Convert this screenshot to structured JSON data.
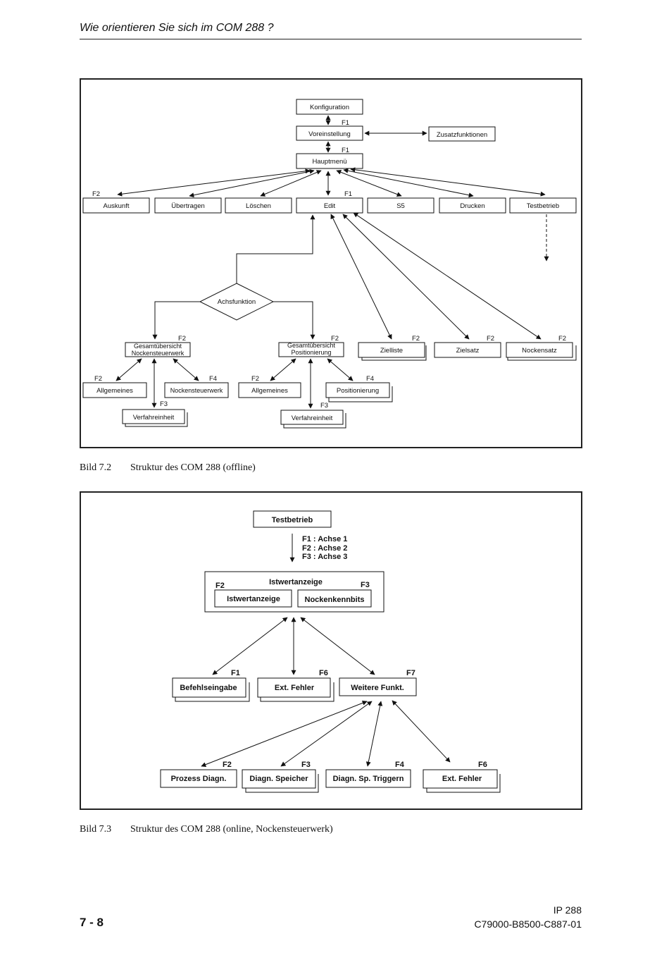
{
  "header": {
    "title": "Wie orientieren Sie sich im COM 288 ?"
  },
  "fig1": {
    "caption_num": "Bild 7.2",
    "caption_text": "Struktur des COM 288 (offline)",
    "nodes": {
      "konfiguration": "Konfiguration",
      "voreinstellung": "Voreinstellung",
      "zusatz": "Zusatzfunktionen",
      "hauptmenu": "Hauptmenü",
      "auskunft": "Auskunft",
      "uebertragen": "Übertragen",
      "loeschen": "Löschen",
      "edit": "Edit",
      "s5": "S5",
      "drucken": "Drucken",
      "testbetrieb": "Testbetrieb",
      "achsfunktion": "Achsfunktion",
      "ges_nock_1": "Gesamtübersicht",
      "ges_nock_2": "Nockensteuerwerk",
      "ges_pos_1": "Gesamtübersicht",
      "ges_pos_2": "Positionierung",
      "zielliste": "Zielliste",
      "zielsatz": "Zielsatz",
      "nockensatz": "Nockensatz",
      "allg1": "Allgemeines",
      "nockensteuerwerk": "Nockensteuerwerk",
      "allg2": "Allgemeines",
      "positionierung": "Positionierung",
      "verf1": "Verfahreinheit",
      "verf2": "Verfahreinheit"
    },
    "keys": {
      "f1": "F1",
      "f2": "F2",
      "f3": "F3",
      "f4": "F4"
    }
  },
  "fig2": {
    "caption_num": "Bild 7.3",
    "caption_text": "Struktur des COM 288 (online, Nockensteuerwerk)",
    "nodes": {
      "testbetrieb": "Testbetrieb",
      "axes": [
        "F1 : Achse 1",
        "F2 : Achse 2",
        "F3 : Achse 3"
      ],
      "istwert_title": "Istwertanzeige",
      "istwert_box": "Istwertanzeige",
      "nockenkennbits": "Nockenkennbits",
      "befehlseingabe": "Befehlseingabe",
      "ext_fehler_1": "Ext. Fehler",
      "weitere": "Weitere Funkt.",
      "prozess": "Prozess Diagn.",
      "diagn_speicher": "Diagn. Speicher",
      "diagn_trigger": "Diagn. Sp. Triggern",
      "ext_fehler_2": "Ext. Fehler"
    },
    "keys": {
      "f1": "F1",
      "f2": "F2",
      "f3": "F3",
      "f4": "F4",
      "f6": "F6",
      "f7": "F7"
    }
  },
  "footer": {
    "product": "IP 288",
    "doc": "C79000-B8500-C887-01",
    "page": "7 - 8"
  }
}
